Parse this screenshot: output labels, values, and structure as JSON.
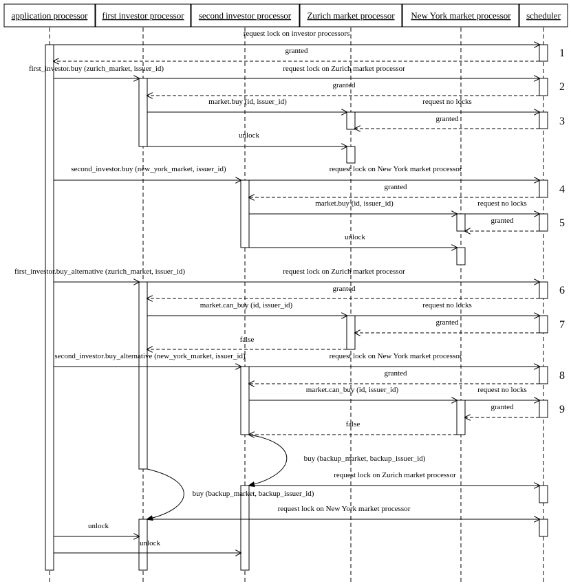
{
  "participants": [
    {
      "id": "app",
      "name": "application processor"
    },
    {
      "id": "inv1",
      "name": "first investor processor"
    },
    {
      "id": "inv2",
      "name": "second investor processor"
    },
    {
      "id": "zur",
      "name": "Zurich market processor"
    },
    {
      "id": "ny",
      "name": "New York market processor"
    },
    {
      "id": "sched",
      "name": "scheduler"
    }
  ],
  "step_numbers": [
    "1",
    "2",
    "3",
    "4",
    "5",
    "6",
    "7",
    "8",
    "9"
  ],
  "messages": [
    {
      "id": "m1",
      "from": "app",
      "to": "sched",
      "style": "solid",
      "label": "request lock on investor processors"
    },
    {
      "id": "m2",
      "from": "sched",
      "to": "app",
      "style": "dashed",
      "label": "granted"
    },
    {
      "id": "m3",
      "from": "app",
      "to": "inv1",
      "style": "solid",
      "label": "first_investor.buy (zurich_market, issuer_id)"
    },
    {
      "id": "m4",
      "from": "inv1",
      "to": "sched",
      "style": "solid",
      "label": "request lock on Zurich market processor"
    },
    {
      "id": "m5",
      "from": "sched",
      "to": "inv1",
      "style": "dashed",
      "label": "granted"
    },
    {
      "id": "m6",
      "from": "inv1",
      "to": "zur",
      "style": "solid",
      "label": "market.buy (id, issuer_id)"
    },
    {
      "id": "m7",
      "from": "zur",
      "to": "sched",
      "style": "solid",
      "label": "request no locks"
    },
    {
      "id": "m8",
      "from": "sched",
      "to": "zur",
      "style": "dashed",
      "label": "granted"
    },
    {
      "id": "m9",
      "from": "inv1",
      "to": "zur",
      "style": "solid",
      "label": "unlock"
    },
    {
      "id": "m10",
      "from": "app",
      "to": "inv2",
      "style": "solid",
      "label": "second_investor.buy (new_york_market, issuer_id)"
    },
    {
      "id": "m11",
      "from": "inv2",
      "to": "sched",
      "style": "solid",
      "label": "request lock on New York market processor"
    },
    {
      "id": "m12",
      "from": "sched",
      "to": "inv2",
      "style": "dashed",
      "label": "granted"
    },
    {
      "id": "m13",
      "from": "inv2",
      "to": "ny",
      "style": "solid",
      "label": "market.buy (id, issuer_id)"
    },
    {
      "id": "m14",
      "from": "ny",
      "to": "sched",
      "style": "solid",
      "label": "request no locks"
    },
    {
      "id": "m15",
      "from": "sched",
      "to": "ny",
      "style": "dashed",
      "label": "granted"
    },
    {
      "id": "m16",
      "from": "inv2",
      "to": "ny",
      "style": "solid",
      "label": "unlock"
    },
    {
      "id": "m17",
      "from": "app",
      "to": "inv1",
      "style": "solid",
      "label": "first_investor.buy_alternative (zurich_market, issuer_id)"
    },
    {
      "id": "m18",
      "from": "inv1",
      "to": "sched",
      "style": "solid",
      "label": "request lock on Zurich market processor"
    },
    {
      "id": "m19",
      "from": "sched",
      "to": "inv1",
      "style": "dashed",
      "label": "granted"
    },
    {
      "id": "m20",
      "from": "inv1",
      "to": "zur",
      "style": "solid",
      "label": "market.can_buy (id, issuer_id)"
    },
    {
      "id": "m21",
      "from": "zur",
      "to": "sched",
      "style": "solid",
      "label": "request no locks"
    },
    {
      "id": "m22",
      "from": "sched",
      "to": "zur",
      "style": "dashed",
      "label": "granted"
    },
    {
      "id": "m23",
      "from": "zur",
      "to": "inv1",
      "style": "dashed",
      "label": "false"
    },
    {
      "id": "m24",
      "from": "app",
      "to": "inv2",
      "style": "solid",
      "label": "second_investor.buy_alternative (new_york_market, issuer_id)"
    },
    {
      "id": "m25",
      "from": "inv2",
      "to": "sched",
      "style": "solid",
      "label": "request lock on New York market processor"
    },
    {
      "id": "m26",
      "from": "sched",
      "to": "inv2",
      "style": "dashed",
      "label": "granted"
    },
    {
      "id": "m27",
      "from": "inv2",
      "to": "ny",
      "style": "solid",
      "label": "market.can_buy (id, issuer_id)"
    },
    {
      "id": "m28",
      "from": "ny",
      "to": "sched",
      "style": "solid",
      "label": "request no locks"
    },
    {
      "id": "m29",
      "from": "sched",
      "to": "ny",
      "style": "dashed",
      "label": "granted"
    },
    {
      "id": "m30",
      "from": "ny",
      "to": "inv2",
      "style": "dashed",
      "label": "false"
    },
    {
      "id": "m31",
      "from": "inv2",
      "to": "inv2",
      "style": "curved",
      "label": "buy (backup_market, backup_issuer_id)"
    },
    {
      "id": "m32",
      "from": "inv2",
      "to": "sched",
      "style": "solid",
      "label": "request lock on Zurich market processor"
    },
    {
      "id": "m33",
      "from": "inv1",
      "to": "inv1",
      "style": "curved",
      "label": "buy (backup_market, backup_issuer_id)"
    },
    {
      "id": "m34",
      "from": "inv1",
      "to": "sched",
      "style": "solid",
      "label": "request lock on New York market processor"
    },
    {
      "id": "m35",
      "from": "app",
      "to": "inv1",
      "style": "solid",
      "label": "unlock"
    },
    {
      "id": "m36",
      "from": "app",
      "to": "inv2",
      "style": "solid",
      "label": "unlock"
    }
  ]
}
